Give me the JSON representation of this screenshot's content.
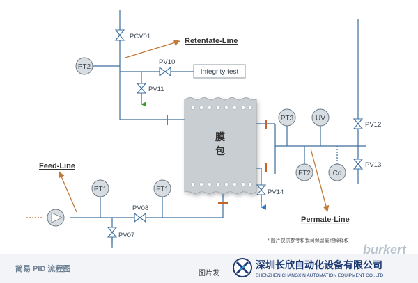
{
  "module": {
    "line1": "膜",
    "line2": "包"
  },
  "lines": {
    "retentate": "Retentate-Line",
    "feed": "Feed-Line",
    "permate": "Permate-Line"
  },
  "integrity_test": "Integrity test",
  "instruments": {
    "pt2": "PT2",
    "pt1": "PT1",
    "ft1": "FT1",
    "pt3": "PT3",
    "uv": "UV",
    "ft2": "FT2",
    "cd": "Cd"
  },
  "valves": {
    "pcv01": "PCV01",
    "pv10": "PV10",
    "pv11": "PV11",
    "pv08": "PV08",
    "pv07": "PV07",
    "pv14": "PV14",
    "pv12": "PV12",
    "pv13": "PV13"
  },
  "note": "* 图片仅供参考和我司保留最终解释权",
  "brand": "burkert",
  "title": "简易 PID 流程图",
  "partial_text": "图片发",
  "company": {
    "name_cn": "深圳长欣自动化设备有限公司",
    "name_en": "SHENZHEN CHANGXIN AUTOMATION EQUIPMENT CO.,LTD"
  },
  "colors": {
    "pipe": "#3d6e9e",
    "arrow": "#c07a3a",
    "flange": "#c8622a",
    "drain_green": "#3a9a2a",
    "drain_blue": "#2a7ac8",
    "company": "#1e3a73"
  }
}
